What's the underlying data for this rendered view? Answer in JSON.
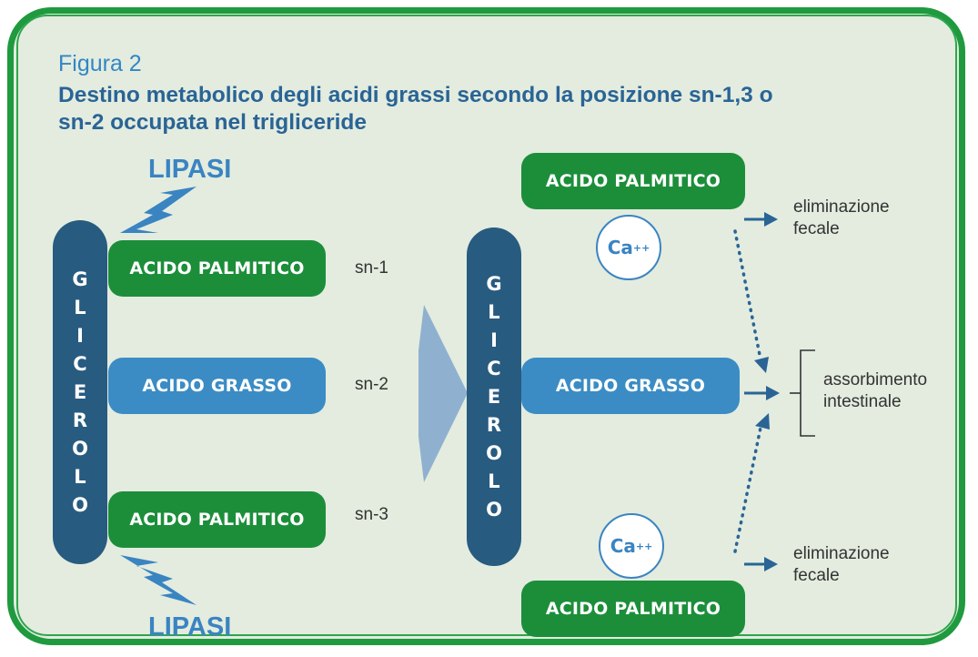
{
  "figure": {
    "label": "Figura 2",
    "title": "Destino metabolico degli acidi grassi secondo la posizione sn-1,3 o sn-2 occupata nel trigliceride"
  },
  "left": {
    "lipasi_top": "LIPASI",
    "lipasi_bottom": "LIPASI",
    "glycerol_letters": [
      "G",
      "L",
      "I",
      "C",
      "E",
      "R",
      "O",
      "L",
      "O"
    ],
    "chains": [
      {
        "label": "ACIDO PALMITICO",
        "position": "sn-1",
        "color": "#1c8e3a"
      },
      {
        "label": "ACIDO GRASSO",
        "position": "sn-2",
        "color": "#3b8cc4"
      },
      {
        "label": "ACIDO PALMITICO",
        "position": "sn-3",
        "color": "#1c8e3a"
      }
    ]
  },
  "right": {
    "glycerol_letters": [
      "G",
      "L",
      "I",
      "C",
      "E",
      "R",
      "O",
      "L",
      "O"
    ],
    "top_free": "ACIDO PALMITICO",
    "bound": "ACIDO GRASSO",
    "bottom_free": "ACIDO PALMITICO",
    "calcium": "Ca",
    "calcium_charge": "++",
    "fecal_top": [
      "eliminazione",
      "fecale"
    ],
    "absorption": [
      "assorbimento",
      "intestinale"
    ],
    "fecal_bottom": [
      "eliminazione",
      "fecale"
    ]
  },
  "colors": {
    "frame": "#1f9a3f",
    "background": "#e3ecdf",
    "green": "#1c8e3a",
    "blue": "#3b8cc4",
    "glycerol": "#285b80",
    "arrow": "#2a6495"
  }
}
